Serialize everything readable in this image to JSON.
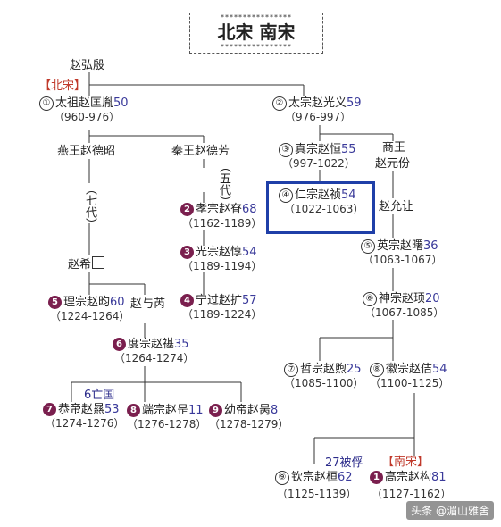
{
  "title": {
    "stars": "****************",
    "text": "北宋  南宋"
  },
  "root": "赵弘殷",
  "tag_north": "【北宋】",
  "tag_south": "【南宋】",
  "taizu": {
    "num": "①",
    "name": "太祖赵匡胤",
    "age": "50",
    "years": "（960-976）"
  },
  "taizong": {
    "num": "②",
    "name": "太宗赵光义",
    "age": "59",
    "years": "（976-997）"
  },
  "yan_wang": "燕王赵德昭",
  "qin_wang": "秦王赵德芳",
  "qi_dai": "（七代）",
  "wu_dai": "（五代）",
  "zhenzong": {
    "num": "③",
    "name": "真宗赵恒",
    "age": "55",
    "years": "（997-1022）"
  },
  "shang_wang": {
    "line1": "商王",
    "line2": "赵元份"
  },
  "renzong": {
    "num": "④",
    "name": "仁宗赵祯",
    "age": "54",
    "years": "（1022-1063）"
  },
  "zhao_yunrang": "赵允让",
  "xiaozong": {
    "num": "2",
    "name": "孝宗赵眘",
    "age": "68",
    "years": "（1162-1189）"
  },
  "guangzong": {
    "num": "3",
    "name": "光宗赵惇",
    "age": "54",
    "years": "（1189-1194）"
  },
  "ningzong": {
    "num": "4",
    "name": "宁过赵扩",
    "age": "57",
    "years": "（1189-1224）"
  },
  "zhao_xi": "赵希",
  "yingzong": {
    "num": "⑤",
    "name": "英宗赵曙",
    "age": "36",
    "years": "（1063-1067）"
  },
  "shenzong": {
    "num": "⑥",
    "name": "神宗赵顼",
    "age": "20",
    "years": "（1067-1085）"
  },
  "lizong": {
    "num": "5",
    "name": "理宗赵昀",
    "age": "60",
    "years": "（1224-1264）"
  },
  "zhao_yurui": "赵与芮",
  "duzong": {
    "num": "6",
    "name": "度宗赵禥",
    "age": "35",
    "years": "（1264-1274）"
  },
  "zhezong": {
    "num": "⑦",
    "name": "哲宗赵煦",
    "age": "25",
    "years": "（1085-1100）"
  },
  "huizong": {
    "num": "⑧",
    "name": "徽宗赵佶",
    "age": "54",
    "years": "（1100-1125）"
  },
  "wang_guo": "6亡国",
  "gongdi": {
    "num": "7",
    "name": "恭帝赵㬎",
    "age": "53",
    "years": "（1274-1276）"
  },
  "duanzong": {
    "num": "8",
    "name": "端宗赵昰",
    "age": "11",
    "years": "（1276-1278）"
  },
  "youdi": {
    "num": "9",
    "name": "幼帝赵昺",
    "age": "8",
    "years": "（1278-1279）"
  },
  "bei_fu": "27被俘",
  "qinzong": {
    "num": "⑨",
    "name": "钦宗赵桓",
    "age": "62",
    "years": "（1125-1139）"
  },
  "gaozong": {
    "num": "1",
    "name": "高宗赵构",
    "age": "81",
    "years": "（1127-1162）"
  },
  "watermark": "头条 @湄山雅舍"
}
